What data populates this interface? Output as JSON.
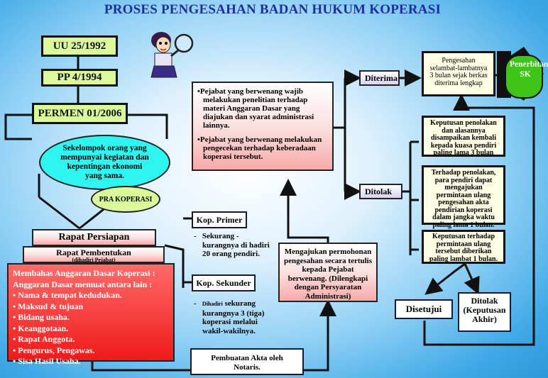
{
  "title": "PROSES PENGESAHAN BADAN HUKUM KOPERASI",
  "nodes": {
    "uu": "UU 25/1992",
    "pp": "PP 4/1994",
    "permen": "PERMEN 01/2006",
    "definisi": "Sekelompok orang yang mempunyai kegiatan dan kepentingan ekonomi yang sama.",
    "pra": "PRA KOPERASI",
    "rapat_persiapan": "Rapat Persiapan",
    "rapat_pembentukan": "Rapat Pembentukan",
    "rapat_pembentukan_note": "(dihadiri Pejabat)",
    "anggaran_title": "Membahas Anggaran Dasar Koperasi :",
    "anggaran_sub": "Anggaran Dasar memuat antara lain :",
    "anggaran_items": [
      "Nama & tempat kedudukan.",
      "Maksud & tujuan",
      "Bidang usaha.",
      "Keanggotaan.",
      "Rapat Anggota.",
      "Pengurus, Pengawas.",
      "Sisa Hasil Usaha."
    ],
    "kop_primer": "Kop. Primer",
    "kop_primer_note": "Sekurang - kurangnya di hadiri 20 orang pendiri.",
    "kop_sekunder": "Kop. Sekunder",
    "kop_sekunder_note_prefix": "Dihadiri",
    "kop_sekunder_note": "sekurang kurangnya 3 (tiga) koperasi melalui wakil-wakilnya.",
    "akta": "Pembuatan Akta oleh Notaris.",
    "pengajuan": "Mengajukan permohonan pengesahan secara tertulis kepada Pejabat berwenang. (Dilengkapi dengan Persyaratan Administrasi)",
    "pejabat_items": [
      "Pejabat yang berwenang wajib melakukan penelitian terhadap materi Anggaran Dasar  yang diajukan dan syarat administrasi lainnya.",
      "Pejabat yang berwenang melakukan pengecekan terhadap keberadaan koperasi tersebut."
    ],
    "diterima": "Diterima",
    "ditolak": "Ditolak",
    "pengesahan": "Pengesahan selambat-lambatnya 3 bulan sejak berkas diterima lengkap",
    "penerbitan": "Penerbitan SK",
    "keputusan_penolakan": "Keputusan penolakan dan alasannya disampaikan kembali kepada kuasa pendiri paling lama 3 bulan",
    "terhadap_penolakan": "Terhadap penolakan, para pendiri dapat mengajukan permintaan ulang pengesahan akta pendirian koperasi dalam jangka waktu paling lama 1 bulan.",
    "keputusan_terhadap": "Keputusan terhadap permintaan ulang tersebut diberikan paling lambat 1 bulan.",
    "disetujui": "Disetujui",
    "ditolak_akhir": "Ditolak (Keputusan Akhir)"
  },
  "colors": {
    "title": "#1c2f9e",
    "green": "#d9f99b",
    "cyan_ellipse": "#2ff5f0",
    "red_block": "#f01a1a",
    "lavender": "#d9d4f1",
    "green_tab": "#3fc41a"
  },
  "icons": [
    "magnifier-figure-icon"
  ]
}
